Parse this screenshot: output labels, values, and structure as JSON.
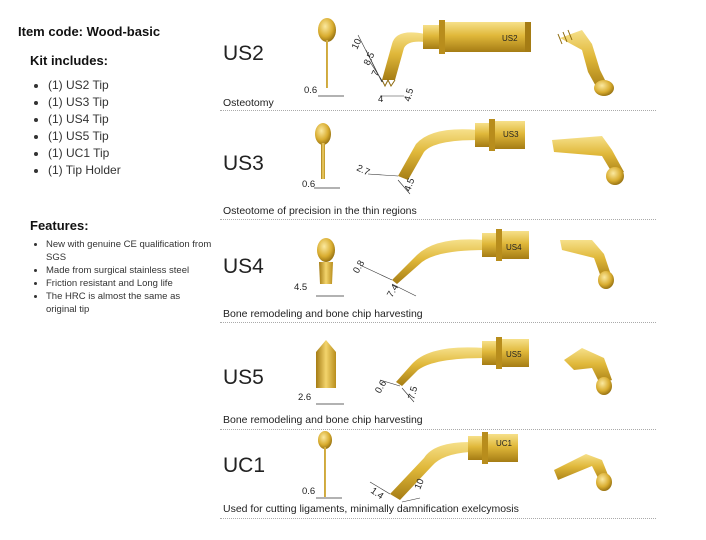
{
  "item_code": "Item code: Wood-basic",
  "kit": {
    "heading": "Kit includes:",
    "items": [
      "(1) US2 Tip",
      "(1) US3 Tip",
      "(1) US4 Tip",
      "(1) US5 Tip",
      "(1) UC1 Tip",
      "(1) Tip Holder"
    ]
  },
  "features": {
    "heading": "Features:",
    "items": [
      "New with genuine CE qualification from SGS",
      "Made from surgical stainless steel",
      "Friction resistant and Long life",
      "The HRC is almost the same as original tip"
    ]
  },
  "colors": {
    "gold": "#d4a82a",
    "gold_dark": "#a07a12",
    "gold_light": "#f3dc7a"
  },
  "tips": [
    {
      "name": "US2",
      "code_label": "US2",
      "description": "Osteotomy",
      "dims": [
        "0.6",
        "10",
        "8.5",
        "7",
        "4",
        "4.5"
      ]
    },
    {
      "name": "US3",
      "code_label": "US3",
      "description": "Osteotome of precision in the thin regions",
      "dims": [
        "0.6",
        "2.7",
        "4.5"
      ]
    },
    {
      "name": "US4",
      "code_label": "US4",
      "description": "Bone remodeling and bone chip harvesting",
      "dims": [
        "4.5",
        "0.8",
        "7.4"
      ]
    },
    {
      "name": "US5",
      "code_label": "US5",
      "description": "Bone remodeling and bone chip harvesting",
      "dims": [
        "2.6",
        "0.6",
        "7.5"
      ]
    },
    {
      "name": "UC1",
      "code_label": "UC1",
      "description": "Used for cutting ligaments, minimally damnification exelcymosis",
      "dims": [
        "0.6",
        "1.4",
        "10"
      ]
    }
  ]
}
